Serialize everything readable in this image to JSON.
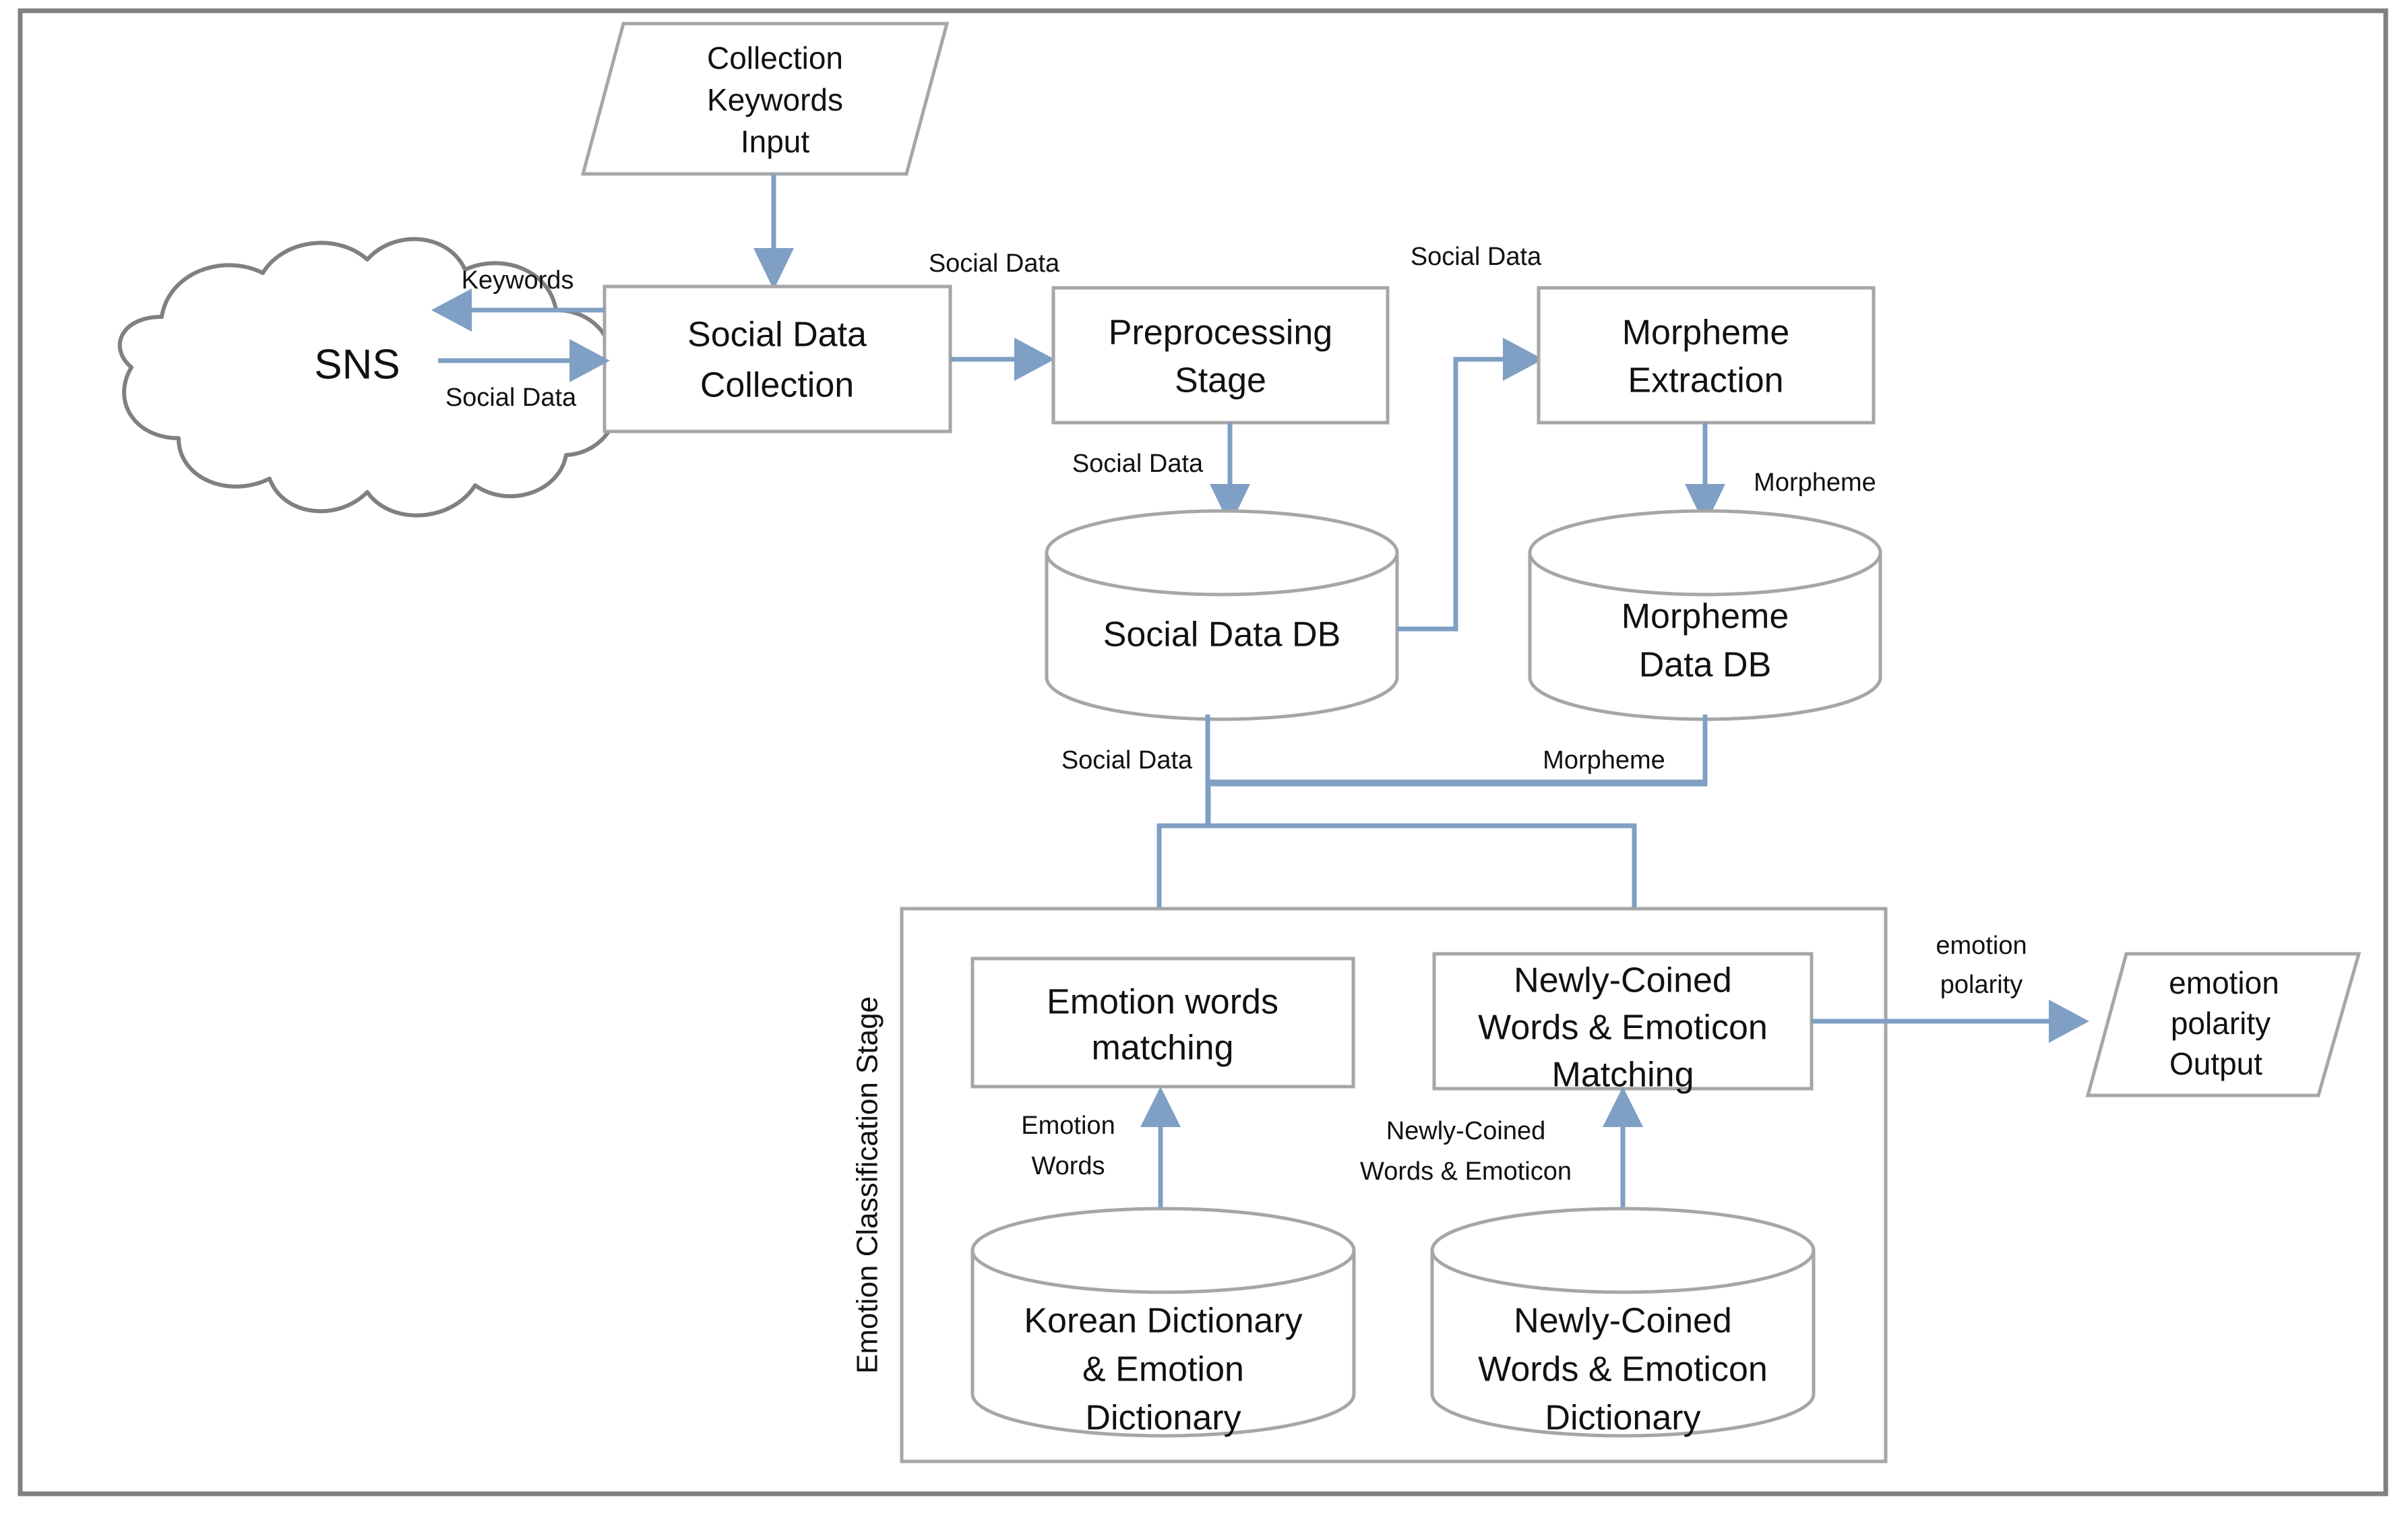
{
  "diagram": {
    "title": "Social data emotion classification flowchart",
    "colors": {
      "arrow": "#7f9fc4",
      "shape_border": "#a6a6a6",
      "frame_border": "#808080",
      "text": "#111111",
      "background": "#ffffff"
    },
    "nodes": {
      "sns": {
        "label": "SNS",
        "shape": "cloud"
      },
      "keywords_input": {
        "line1": "Collection",
        "line2": "Keywords",
        "line3": "Input",
        "shape": "parallelogram"
      },
      "social_data_collection": {
        "line1": "Social Data",
        "line2": "Collection",
        "shape": "process"
      },
      "preprocessing_stage": {
        "line1": "Preprocessing",
        "line2": "Stage",
        "shape": "process"
      },
      "morpheme_extraction": {
        "line1": "Morpheme",
        "line2": "Extraction",
        "shape": "process"
      },
      "social_data_db": {
        "line1": "Social Data DB",
        "shape": "cylinder"
      },
      "morpheme_data_db": {
        "line1": "Morpheme",
        "line2": "Data DB",
        "shape": "cylinder"
      },
      "emotion_words_matching": {
        "line1": "Emotion words",
        "line2": "matching",
        "shape": "process"
      },
      "newly_coined_matching": {
        "line1": "Newly-Coined",
        "line2": "Words & Emoticon",
        "line3": "Matching",
        "shape": "process"
      },
      "korean_dictionary": {
        "line1": "Korean Dictionary",
        "line2": "& Emotion",
        "line3": "Dictionary",
        "shape": "cylinder"
      },
      "newly_coined_dictionary": {
        "line1": "Newly-Coined",
        "line2": "Words & Emoticon",
        "line3": "Dictionary",
        "shape": "cylinder"
      },
      "emotion_polarity_output": {
        "line1": "emotion",
        "line2": "polarity",
        "line3": "Output",
        "shape": "parallelogram"
      }
    },
    "group": {
      "emotion_classification_stage": {
        "label": "Emotion Classification Stage"
      }
    },
    "edge_labels": {
      "keywords": "Keywords",
      "social_data_to_collection": "Social Data",
      "collection_to_preprocessing": "Social Data",
      "db_to_morpheme": "Social Data",
      "preprocessing_to_db": "Social Data",
      "morpheme_extraction_to_db": "Morpheme",
      "socialdb_to_emotion": "Social Data",
      "morphemedb_to_newly": "Morpheme",
      "emotion_words": "Emotion",
      "emotion_words2": "Words",
      "newly_coined_words": "Newly-Coined",
      "newly_coined_words2": "Words & Emoticon",
      "emotion_polarity": "emotion",
      "emotion_polarity2": "polarity"
    }
  }
}
